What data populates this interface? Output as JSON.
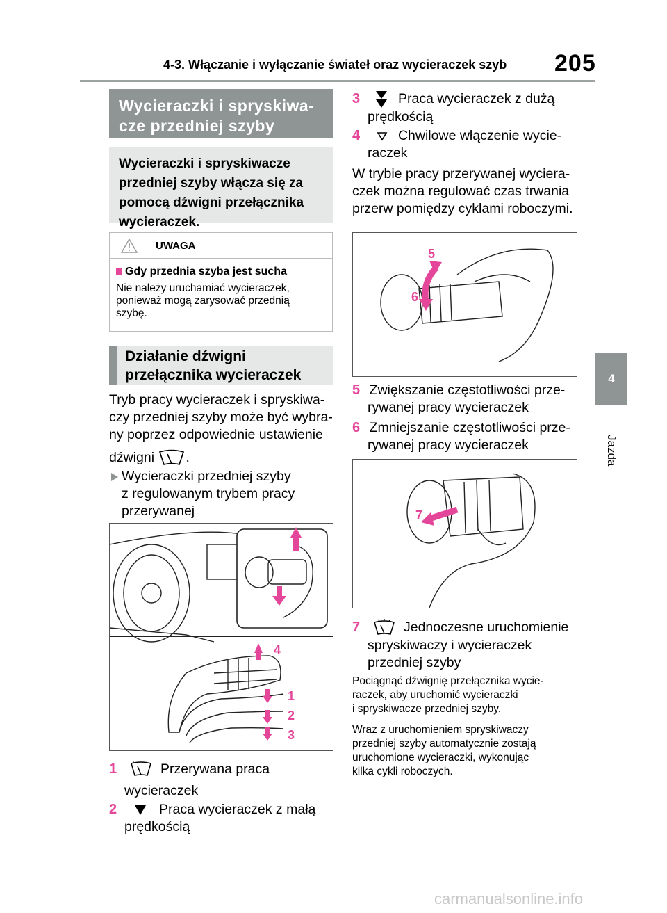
{
  "header": {
    "title": "4-3. Włączanie i wyłączanie świateł oraz wycieraczek szyb",
    "page_number": "205"
  },
  "side_tab": {
    "number": "4",
    "label": "Jazda"
  },
  "section": {
    "heading": "Wycieraczki i spryskiwa-cze przedniej szyby",
    "heading_l1": "Wycieraczki i spryskiwa-",
    "heading_l2": "cze przedniej szyby",
    "intro_l1": "Wycieraczki i spryskiwacze",
    "intro_l2": "przedniej szyby włącza się za",
    "intro_l3": "pomocą dźwigni przełącznika",
    "intro_l4": "wycieraczek."
  },
  "warning": {
    "label": "UWAGA",
    "title": "Gdy przednia szyba jest sucha",
    "text_l1": "Nie należy uruchamiać wycieraczek,",
    "text_l2": "ponieważ mogą zarysować przednią",
    "text_l3": "szybę."
  },
  "subsection": {
    "heading_l1": "Działanie dźwigni",
    "heading_l2": "przełącznika wycieraczek",
    "p1_l1": "Tryb pracy wycieraczek i spryskiwa-",
    "p1_l2": "czy przedniej szyby może być wybra-",
    "p1_l3": "ny poprzez odpowiednie ustawienie",
    "p1_l4": "dźwigni",
    "p1_end": ".",
    "bullet_l1": "Wycieraczki przedniej szyby",
    "bullet_l2": "z regulowanym trybem pracy",
    "bullet_l3": "przerywanej"
  },
  "figure1": {
    "labels": [
      "4",
      "1",
      "2",
      "3"
    ]
  },
  "items_left": [
    {
      "num": "1",
      "l1": "Przerywana praca",
      "l2": "wycieraczek"
    },
    {
      "num": "2",
      "l1": "Praca wycieraczek z małą",
      "l2": "prędkością"
    }
  ],
  "items_right_top": [
    {
      "num": "3",
      "l1": "Praca wycieraczek z dużą",
      "l2": "prędkością"
    },
    {
      "num": "4",
      "l1": "Chwilowe włączenie wycie-",
      "l2": "raczek"
    }
  ],
  "interval_text": {
    "l1": "W trybie pracy przerywanej wyciera-",
    "l2": "czek można regulować czas trwania",
    "l3": "przerw pomiędzy cyklami roboczymi."
  },
  "figure2": {
    "labels": [
      "5",
      "6"
    ]
  },
  "items_mid": [
    {
      "num": "5",
      "l1": "Zwiększanie częstotliwości prze-",
      "l2": "rywanej pracy wycieraczek"
    },
    {
      "num": "6",
      "l1": "Zmniejszanie częstotliwości prze-",
      "l2": "rywanej pracy wycieraczek"
    }
  ],
  "figure3": {
    "labels": [
      "7"
    ]
  },
  "item7": {
    "num": "7",
    "l1": "Jednoczesne uruchomienie",
    "l2": "spryskiwaczy i wycieraczek",
    "l3": "przedniej szyby"
  },
  "note1": {
    "l1": "Pociągnąć dźwignię przełącznika wycie-",
    "l2": "raczek, aby uruchomić wycieraczki",
    "l3": "i spryskiwacze przedniej szyby."
  },
  "note2": {
    "l1": "Wraz z uruchomieniem spryskiwaczy",
    "l2": "przedniej szyby automatycznie zostają",
    "l3": "uruchomione wycieraczki, wykonując",
    "l4": "kilka cykli roboczych."
  },
  "watermark": "carmanualsonline.info",
  "colors": {
    "accent": "#e4479a",
    "grey": "#8f9494",
    "light_grey": "#e6e8e8"
  }
}
